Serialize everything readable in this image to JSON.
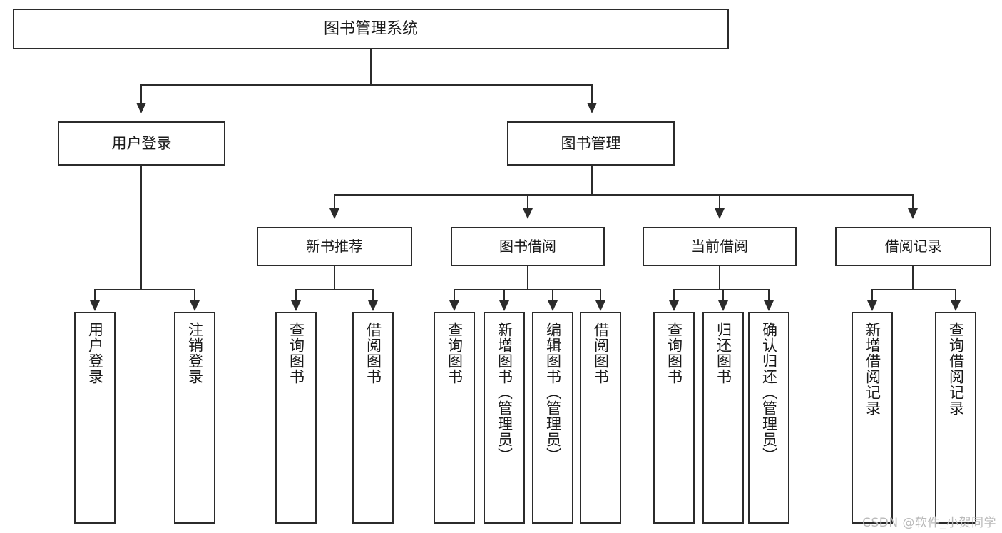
{
  "diagram": {
    "title": "图书管理系统",
    "type": "functional structure tree",
    "colors": {
      "stroke": "#2b2b2b",
      "box_fill": "#ffffff",
      "text": "#1a1a1a",
      "watermark": "#b9b9b9",
      "background": "#ffffff"
    },
    "root": {
      "label": "图书管理系统"
    },
    "level2": [
      {
        "label": "用户登录"
      },
      {
        "label": "图书管理"
      }
    ],
    "level3": [
      {
        "label": "新书推荐"
      },
      {
        "label": "图书借阅"
      },
      {
        "label": "当前借阅"
      },
      {
        "label": "借阅记录"
      }
    ],
    "leaves": {
      "user_login": [
        {
          "label": "用户登录"
        },
        {
          "label": "注销登录"
        }
      ],
      "new_book_recommend": [
        {
          "label": "查询图书"
        },
        {
          "label": "借阅图书"
        }
      ],
      "book_borrow": [
        {
          "label": "查询图书"
        },
        {
          "label": "新增图书（管理员）"
        },
        {
          "label": "编辑图书（管理员）"
        },
        {
          "label": "借阅图书"
        }
      ],
      "current_borrow": [
        {
          "label": "查询图书"
        },
        {
          "label": "归还图书"
        },
        {
          "label": "确认归还（管理员）"
        }
      ],
      "borrow_record": [
        {
          "label": "新增借阅记录"
        },
        {
          "label": "查询借阅记录"
        }
      ]
    }
  },
  "watermark": {
    "text": "CSDN @软件_小贺同学"
  }
}
